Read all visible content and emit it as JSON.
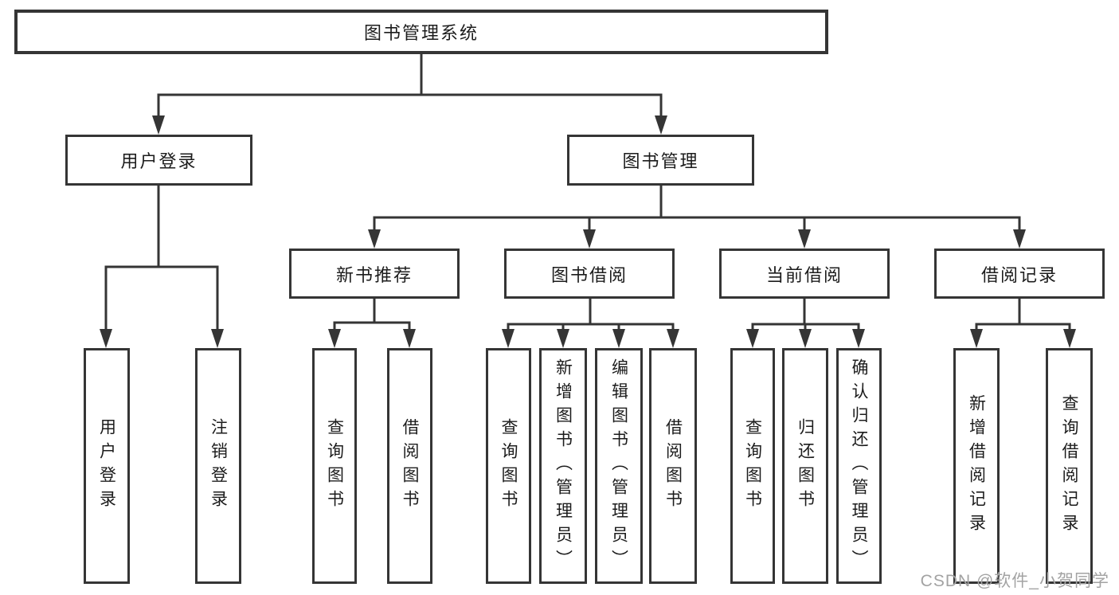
{
  "diagram_title": "图书管理系统",
  "tree": {
    "root": {
      "label": "图书管理系统"
    },
    "level2": [
      {
        "label": "用户登录"
      },
      {
        "label": "图书管理"
      }
    ],
    "level3": [
      {
        "label": "新书推荐"
      },
      {
        "label": "图书借阅"
      },
      {
        "label": "当前借阅"
      },
      {
        "label": "借阅记录"
      }
    ],
    "leaves": {
      "user_login": [
        {
          "label": "用户登录"
        },
        {
          "label": "注销登录"
        }
      ],
      "new_book": [
        {
          "label": "查询图书"
        },
        {
          "label": "借阅图书"
        }
      ],
      "book_borrow": [
        {
          "label": "查询图书"
        },
        {
          "label": "新增图书（管理员）"
        },
        {
          "label": "编辑图书（管理员）"
        },
        {
          "label": "借阅图书"
        }
      ],
      "current_borrow": [
        {
          "label": "查询图书"
        },
        {
          "label": "归还图书"
        },
        {
          "label": "确认归还（管理员）"
        }
      ],
      "borrow_records": [
        {
          "label": "新增借阅记录"
        },
        {
          "label": "查询借阅记录"
        }
      ]
    }
  },
  "watermark": {
    "text": "CSDN @软件_小贺同学"
  },
  "colors": {
    "line": "#353535",
    "text": "#1c1c1c",
    "background": "#ffffff",
    "watermark": "#a3a3a3"
  }
}
